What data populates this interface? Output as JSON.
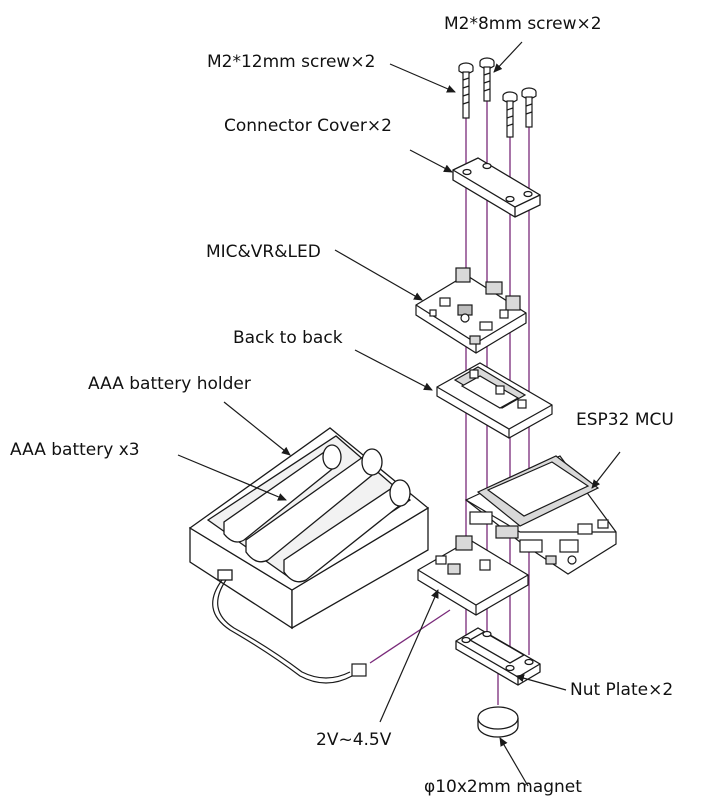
{
  "labels": {
    "m2_8mm_screw": "M2*8mm screw×2",
    "m2_12mm_screw": "M2*12mm screw×2",
    "connector_cover": "Connector Cover×2",
    "mic_vr_led": "MIC&VR&LED",
    "back_to_back": "Back to back",
    "aaa_battery_holder": "AAA battery holder",
    "aaa_battery": "AAA battery x3",
    "esp32_mcu": "ESP32 MCU",
    "nut_plate": "Nut Plate×2",
    "voltage": "2V~4.5V",
    "magnet": "φ10x2mm magnet"
  },
  "colors": {
    "line": "#1a1a1a",
    "guide": "#7a2a7a",
    "fill": "#ffffff",
    "shade": "#d9d9d9"
  }
}
